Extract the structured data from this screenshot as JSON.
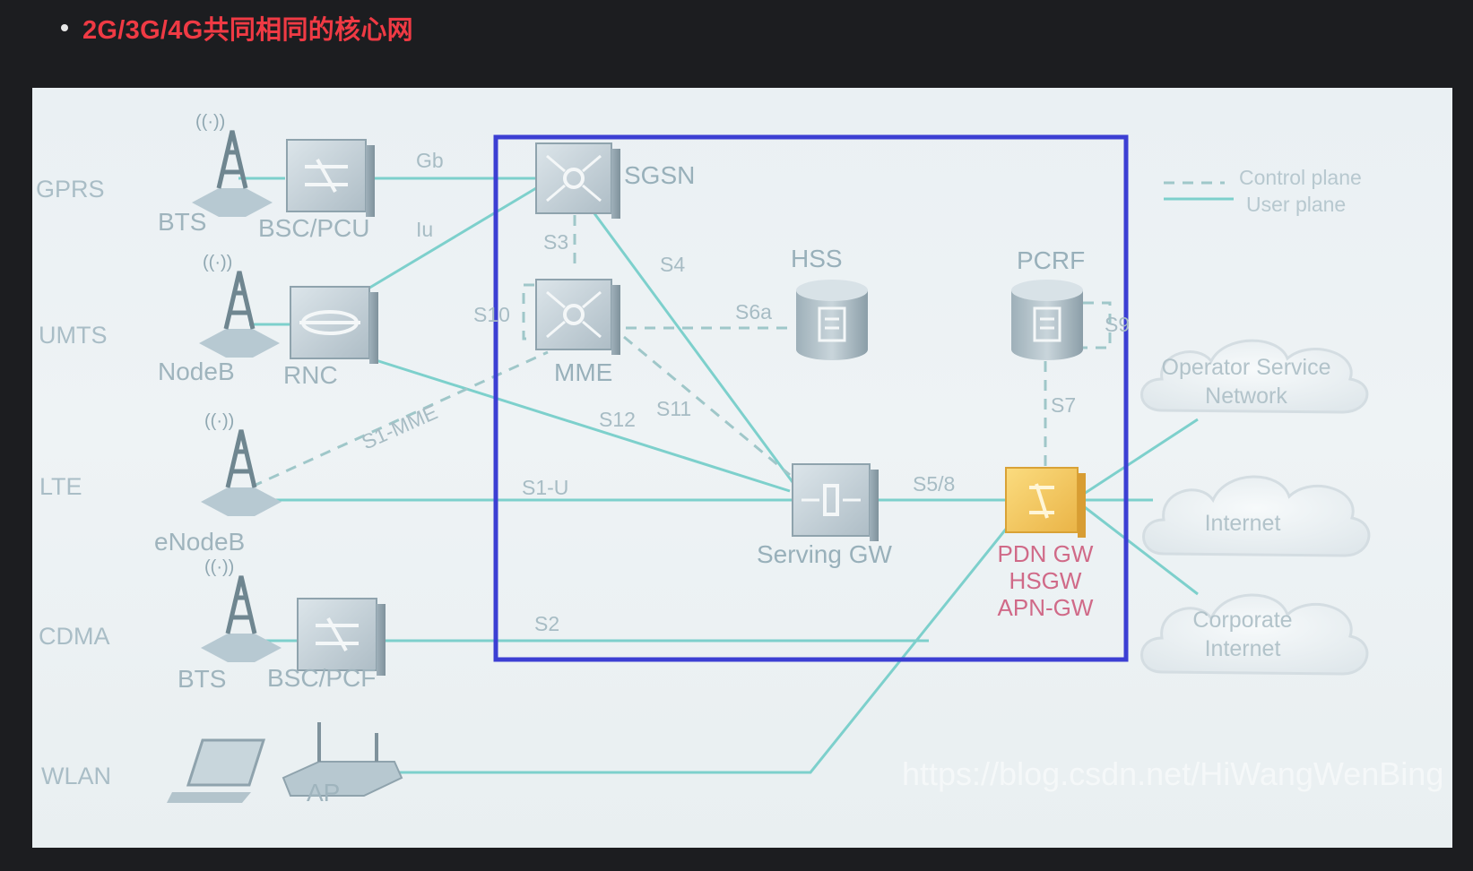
{
  "heading": "2G/3G/4G共同相同的核心网",
  "watermark": "https://blog.csdn.net/HiWangWenBing",
  "legend": {
    "control_plane": "Control plane",
    "user_plane": "User plane"
  },
  "access_networks": {
    "gprs": "GPRS",
    "umts": "UMTS",
    "lte": "LTE",
    "cdma": "CDMA",
    "wlan": "WLAN"
  },
  "access_nodes": {
    "bts_gprs": "BTS",
    "bsc_pcu": "BSC/PCU",
    "nodeb": "NodeB",
    "rnc": "RNC",
    "enodeb": "eNodeB",
    "bts_cdma": "BTS",
    "bsc_pcf": "BSC/PCF",
    "ap": "AP"
  },
  "core_nodes": {
    "sgsn": "SGSN",
    "mme": "MME",
    "hss": "HSS",
    "pcrf": "PCRF",
    "serving_gw": "Serving GW",
    "pdn_gw": [
      "PDN GW",
      "HSGW",
      "APN-GW"
    ]
  },
  "interfaces": {
    "gb": "Gb",
    "iu": "Iu",
    "s3": "S3",
    "s4": "S4",
    "s10": "S10",
    "s6a": "S6a",
    "s11": "S11",
    "s12": "S12",
    "s1_mme": "S1-MME",
    "s1_u": "S1-U",
    "s5_8": "S5/8",
    "s7": "S7",
    "s9": "S9",
    "s2": "S2"
  },
  "external_networks": {
    "operator": [
      "Operator Service",
      "Network"
    ],
    "internet": "Internet",
    "corporate": [
      "Corporate",
      "Internet"
    ]
  },
  "colors": {
    "highlight_box": "#3c3fd3",
    "user_plane_line": "#7dd0cc",
    "pdn_gw_fill": "#f3c55a",
    "heading": "#ef3a44"
  }
}
